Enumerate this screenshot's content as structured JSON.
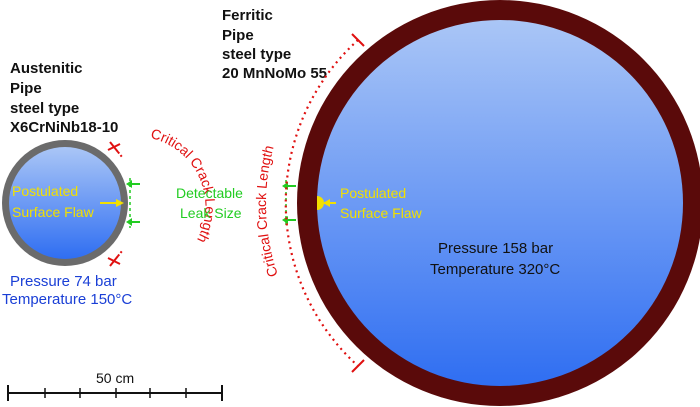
{
  "austenitic": {
    "title_lines": [
      "Austenitic",
      "Pipe",
      "steel type",
      "X6CrNiNb18-10"
    ],
    "flaw_lines": [
      "Postulated",
      "Surface Flaw"
    ],
    "condition_lines": [
      "Pressure 74 bar",
      "Temperature 150°C"
    ],
    "crack_label": "Critical Crack Length"
  },
  "ferritic": {
    "title_lines": [
      "Ferritic",
      "Pipe",
      "steel type",
      "20 MnNoMo 55"
    ],
    "flaw_lines": [
      "Postulated",
      "Surface Flaw"
    ],
    "condition_lines": [
      "Pressure 158 bar",
      "Temperature 320°C"
    ],
    "crack_label": "Critical Crack Length"
  },
  "leak": {
    "lines": [
      "Detectable",
      "Leak Size"
    ]
  },
  "scale": {
    "label": "50 cm"
  },
  "colors": {
    "austenitic_wall": "#6b6b6b",
    "ferritic_wall": "#5a0a0a",
    "fluid_light": "#aac6f6",
    "fluid_dark": "#2f6ef2",
    "crack_marker": "#e01010",
    "leak_marker": "#22cc22",
    "flaw_marker": "#f2e000",
    "condition_text_small": "#1a3fd6"
  }
}
